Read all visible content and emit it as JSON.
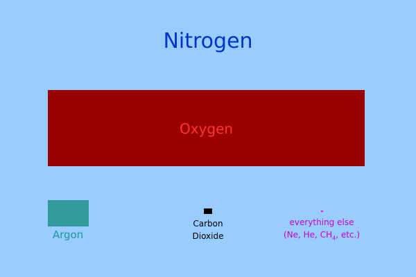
{
  "title": "Nitrogen",
  "colors": {
    "background_nitrogen": "#99ccff",
    "title": "#0033cc",
    "oxygen_fill": "#990000",
    "oxygen_text": "#ff3333",
    "argon_fill": "#339999",
    "argon_text": "#1a9999",
    "co2_fill": "#000000",
    "other_fill": "#ff00ff",
    "other_text": "#cc00cc"
  },
  "components": {
    "oxygen": {
      "label": "Oxygen"
    },
    "argon": {
      "label": "Argon"
    },
    "co2": {
      "line1": "Carbon",
      "line2": "Dioxide"
    },
    "other": {
      "line1": "everything else",
      "line2_prefix": "(Ne, He, CH",
      "line2_sub": "4",
      "line2_suffix": ", etc.)"
    }
  }
}
